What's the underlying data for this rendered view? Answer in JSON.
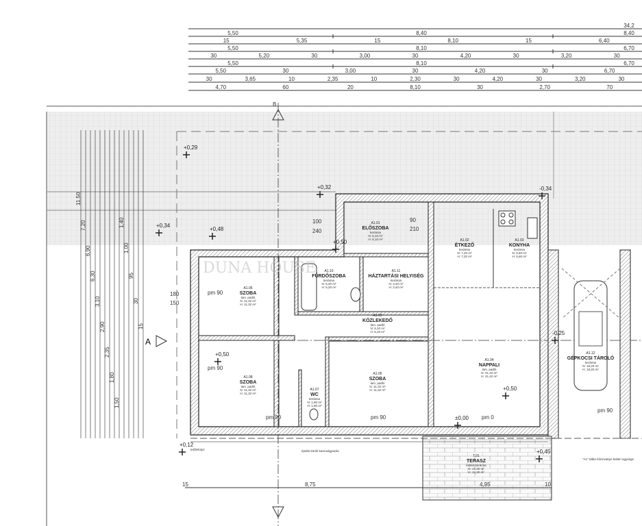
{
  "top_dimensions": [
    [
      "34,2"
    ],
    [
      "5,50",
      "8,40",
      "8,40"
    ],
    [
      "15",
      "5,35",
      "15",
      "8,10",
      "15",
      "6,40"
    ],
    [
      "5,50",
      "8,10",
      "6,70"
    ],
    [
      "30",
      "5,20",
      "30",
      "3,00",
      "30",
      "4,20",
      "30",
      "3,20",
      "30"
    ],
    [
      "5,50",
      "8,10",
      "6,70"
    ],
    [
      "5,50",
      "30",
      "3,00",
      "30",
      "4,20",
      "30",
      "6,70"
    ],
    [
      "30",
      "3,65",
      "10",
      "2,35",
      "10",
      "2,30",
      "30",
      "4,20",
      "30",
      "3,20",
      "30"
    ],
    [
      "4,70",
      "60",
      "20",
      "8,10",
      "30",
      "2,70",
      "70"
    ]
  ],
  "left_dimensions": [
    "11,50",
    "7,20",
    "6,90",
    "6,30",
    "3,10",
    "2,90",
    "2,35",
    "1,80",
    "1,50",
    "1,40",
    "1,00",
    "95",
    "30",
    "15"
  ],
  "section_marks": {
    "a": "A",
    "b": "B"
  },
  "levels": [
    "+0,29",
    "+0,34",
    "+0,48",
    "+0,50",
    "+0,50",
    "+0,50",
    "±0,00",
    "-0,25",
    "+0,45",
    "+0,12",
    "-0,34",
    "+0,32"
  ],
  "rooms": [
    {
      "id": "A1.01",
      "name": "ELŐSZOBA",
      "floor": "kerámia",
      "net": "N: 6,10 m²",
      "gross": "H: 6,10 m²"
    },
    {
      "id": "A1.02",
      "name": "ÉTKEZŐ",
      "floor": "kerámia",
      "net": "N: 7,20 m²",
      "gross": "H: 7,20 m²"
    },
    {
      "id": "A1.03",
      "name": "KONYHA",
      "floor": "kerámia",
      "net": "N: 5,60 m²",
      "gross": "H: 5,60 m²"
    },
    {
      "id": "A1.04",
      "name": "NAPPALI",
      "floor": "lam. padló",
      "net": "N: 21,42 m²",
      "gross": "H: 21,42 m²"
    },
    {
      "id": "A1.05",
      "name": "SZOBA",
      "floor": "lam. padló",
      "net": "N: 11,32 m²",
      "gross": "H: 11,32 m²"
    },
    {
      "id": "A1.06",
      "name": "SZOBA",
      "floor": "lam. padló",
      "net": "N: 11,32 m²",
      "gross": "H: 11,32 m²"
    },
    {
      "id": "A1.07",
      "name": "WC",
      "floor": "kerámia",
      "net": "N: 1,90 m²",
      "gross": "H: 1,90 m²"
    },
    {
      "id": "A1.08",
      "name": "SZOBA",
      "floor": "lam. padló",
      "net": "N: 11,32 m²",
      "gross": "H: 11,32 m²"
    },
    {
      "id": "A1.09",
      "name": "KÖZLEKEDŐ",
      "floor": "lam. padló",
      "net": "N: 6,10 m²",
      "gross": "H: 6,10 m²"
    },
    {
      "id": "A1.10",
      "name": "FÜRDŐSZOBA",
      "floor": "kerámia",
      "net": "N: 5,20 m²",
      "gross": "H: 5,20 m²"
    },
    {
      "id": "A1.11",
      "name": "HÁZTARTÁSI HELYISÉG",
      "floor": "kerámia",
      "net": "N: 3,40 m²",
      "gross": "H: 3,40 m²"
    },
    {
      "id": "A1.12",
      "name": "GÉPKOCSI TÁROLÓ",
      "floor": "kerámia",
      "net": "N: 18,20 m²",
      "gross": "H: 18,20 m²"
    },
    {
      "id": "T.01",
      "name": "TERASZ",
      "floor": "kültéri kerámia",
      "net": "N: 12,30 m²",
      "gross": "H: 12,30 m²"
    }
  ],
  "openings": [
    "pm 90",
    "pm 90",
    "pm 90",
    "pm 90",
    "pm 0",
    "pm 90",
    "100",
    "240",
    "90",
    "210",
    "180",
    "150"
  ],
  "notes": [
    "épület körüli kavicságyazás",
    "\"A1\" tábla hőszivattyú kültéri egysége",
    "tetőlefolyó"
  ],
  "bottom_dimensions": [
    "15",
    "8,75",
    "4,95",
    "10"
  ],
  "watermark": "DUNA HOUSE"
}
